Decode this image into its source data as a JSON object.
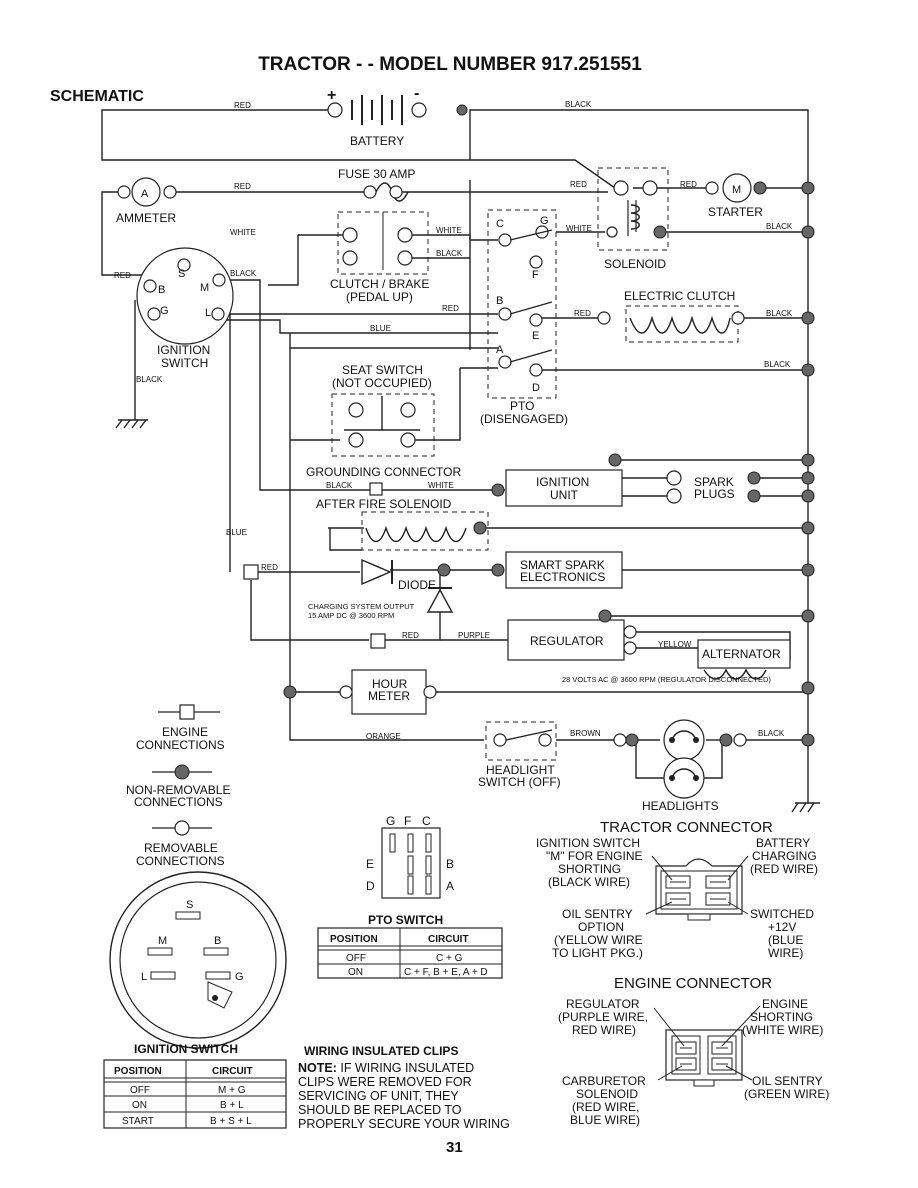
{
  "title": "TRACTOR - - MODEL NUMBER 917.251551",
  "section": "SCHEMATIC",
  "page_number": "31",
  "labels": {
    "plus": "+",
    "minus": "-",
    "battery": "BATTERY",
    "fuse": "FUSE 30 AMP",
    "ammeter": "AMMETER",
    "ammeter_symbol": "A",
    "starter": "STARTER",
    "starter_symbol": "M",
    "solenoid": "SOLENOID",
    "clutch_brake": "CLUTCH / BRAKE",
    "pedal_up": "(PEDAL UP)",
    "ignition_switch_1": "IGNITION",
    "ignition_switch_2": "SWITCH",
    "electric_clutch": "ELECTRIC CLUTCH",
    "seat_switch": "SEAT SWITCH",
    "not_occupied": "(NOT OCCUPIED)",
    "pto": "PTO",
    "disengaged": "(DISENGAGED)",
    "grounding_connector": "GROUNDING CONNECTOR",
    "after_fire_solenoid": "AFTER FIRE SOLENOID",
    "ignition_unit_1": "IGNITION",
    "ignition_unit_2": "UNIT",
    "spark": "SPARK",
    "plugs": "PLUGS",
    "diode": "DIODE",
    "smart_spark_1": "SMART SPARK",
    "smart_spark_2": "ELECTRONICS",
    "charging_1": "CHARGING SYSTEM OUTPUT",
    "charging_2": "15 AMP DC @ 3600 RPM",
    "regulator": "REGULATOR",
    "alternator": "ALTERNATOR",
    "alternator_note": "28 VOLTS AC @ 3600 RPM (REGULATOR DISCONNECTED)",
    "hour_meter_1": "HOUR",
    "hour_meter_2": "METER",
    "headlight_switch_1": "HEADLIGHT",
    "headlight_switch_2": "SWITCH (OFF)",
    "headlights": "HEADLIGHTS",
    "c_label": "C",
    "g_label": "G",
    "f_label": "F",
    "b_label": "B",
    "e_label": "E",
    "a_label": "A",
    "d_label": "D",
    "s_label": "S",
    "m_label": "M",
    "l_label": "L"
  },
  "wires": {
    "red": "RED",
    "black": "BLACK",
    "white": "WHITE",
    "blue": "BLUE",
    "purple": "PURPLE",
    "yellow": "YELLOW",
    "orange": "ORANGE",
    "brown": "BROWN"
  },
  "legend": {
    "engine_1": "ENGINE",
    "engine_2": "CONNECTIONS",
    "nonremovable_1": "NON-REMOVABLE",
    "nonremovable_2": "CONNECTIONS",
    "removable_1": "REMOVABLE",
    "removable_2": "CONNECTIONS"
  },
  "pto_switch_diagram": {
    "top": [
      "G",
      "F",
      "C"
    ],
    "left": [
      "E",
      "D"
    ],
    "right": [
      "B",
      "A"
    ]
  },
  "ignition_plug": {
    "s": "S",
    "m": "M",
    "b": "B",
    "l": "L",
    "g": "G"
  },
  "ignition_table": {
    "title": "IGNITION SWITCH",
    "headers": [
      "POSITION",
      "CIRCUIT"
    ],
    "rows": [
      [
        "OFF",
        "M + G"
      ],
      [
        "ON",
        "B + L"
      ],
      [
        "START",
        "B + S + L"
      ]
    ]
  },
  "pto_table": {
    "title": "PTO SWITCH",
    "headers": [
      "POSITION",
      "CIRCUIT"
    ],
    "rows": [
      [
        "OFF",
        "C + G"
      ],
      [
        "ON",
        "C + F, B + E, A + D"
      ]
    ]
  },
  "clips_note": {
    "title": "WIRING INSULATED CLIPS",
    "prefix": "NOTE:",
    "lines": [
      " IF WIRING INSULATED",
      "CLIPS WERE REMOVED FOR",
      "SERVICING OF UNIT, THEY",
      "SHOULD BE REPLACED TO",
      "PROPERLY SECURE YOUR WIRING"
    ]
  },
  "tractor_connector": {
    "title": "TRACTOR CONNECTOR",
    "left_top": [
      "IGNITION SWITCH",
      "\"M\" FOR ENGINE",
      "SHORTING",
      "(BLACK WIRE)"
    ],
    "right_top": [
      "BATTERY",
      "CHARGING",
      "(RED WIRE)"
    ],
    "left_bottom": [
      "OIL SENTRY",
      "OPTION",
      "(YELLOW WIRE",
      "TO LIGHT PKG.)"
    ],
    "right_bottom": [
      "SWITCHED",
      "+12V",
      "(BLUE",
      "WIRE)"
    ]
  },
  "engine_connector": {
    "title": "ENGINE CONNECTOR",
    "left_top": [
      "REGULATOR",
      "(PURPLE WIRE,",
      "RED WIRE)"
    ],
    "right_top": [
      "ENGINE",
      "SHORTING",
      "(WHITE WIRE)"
    ],
    "left_bottom": [
      "CARBURETOR",
      "SOLENOID",
      "(RED WIRE,",
      "BLUE WIRE)"
    ],
    "right_bottom": [
      "OIL SENTRY",
      "(GREEN WIRE)"
    ]
  }
}
